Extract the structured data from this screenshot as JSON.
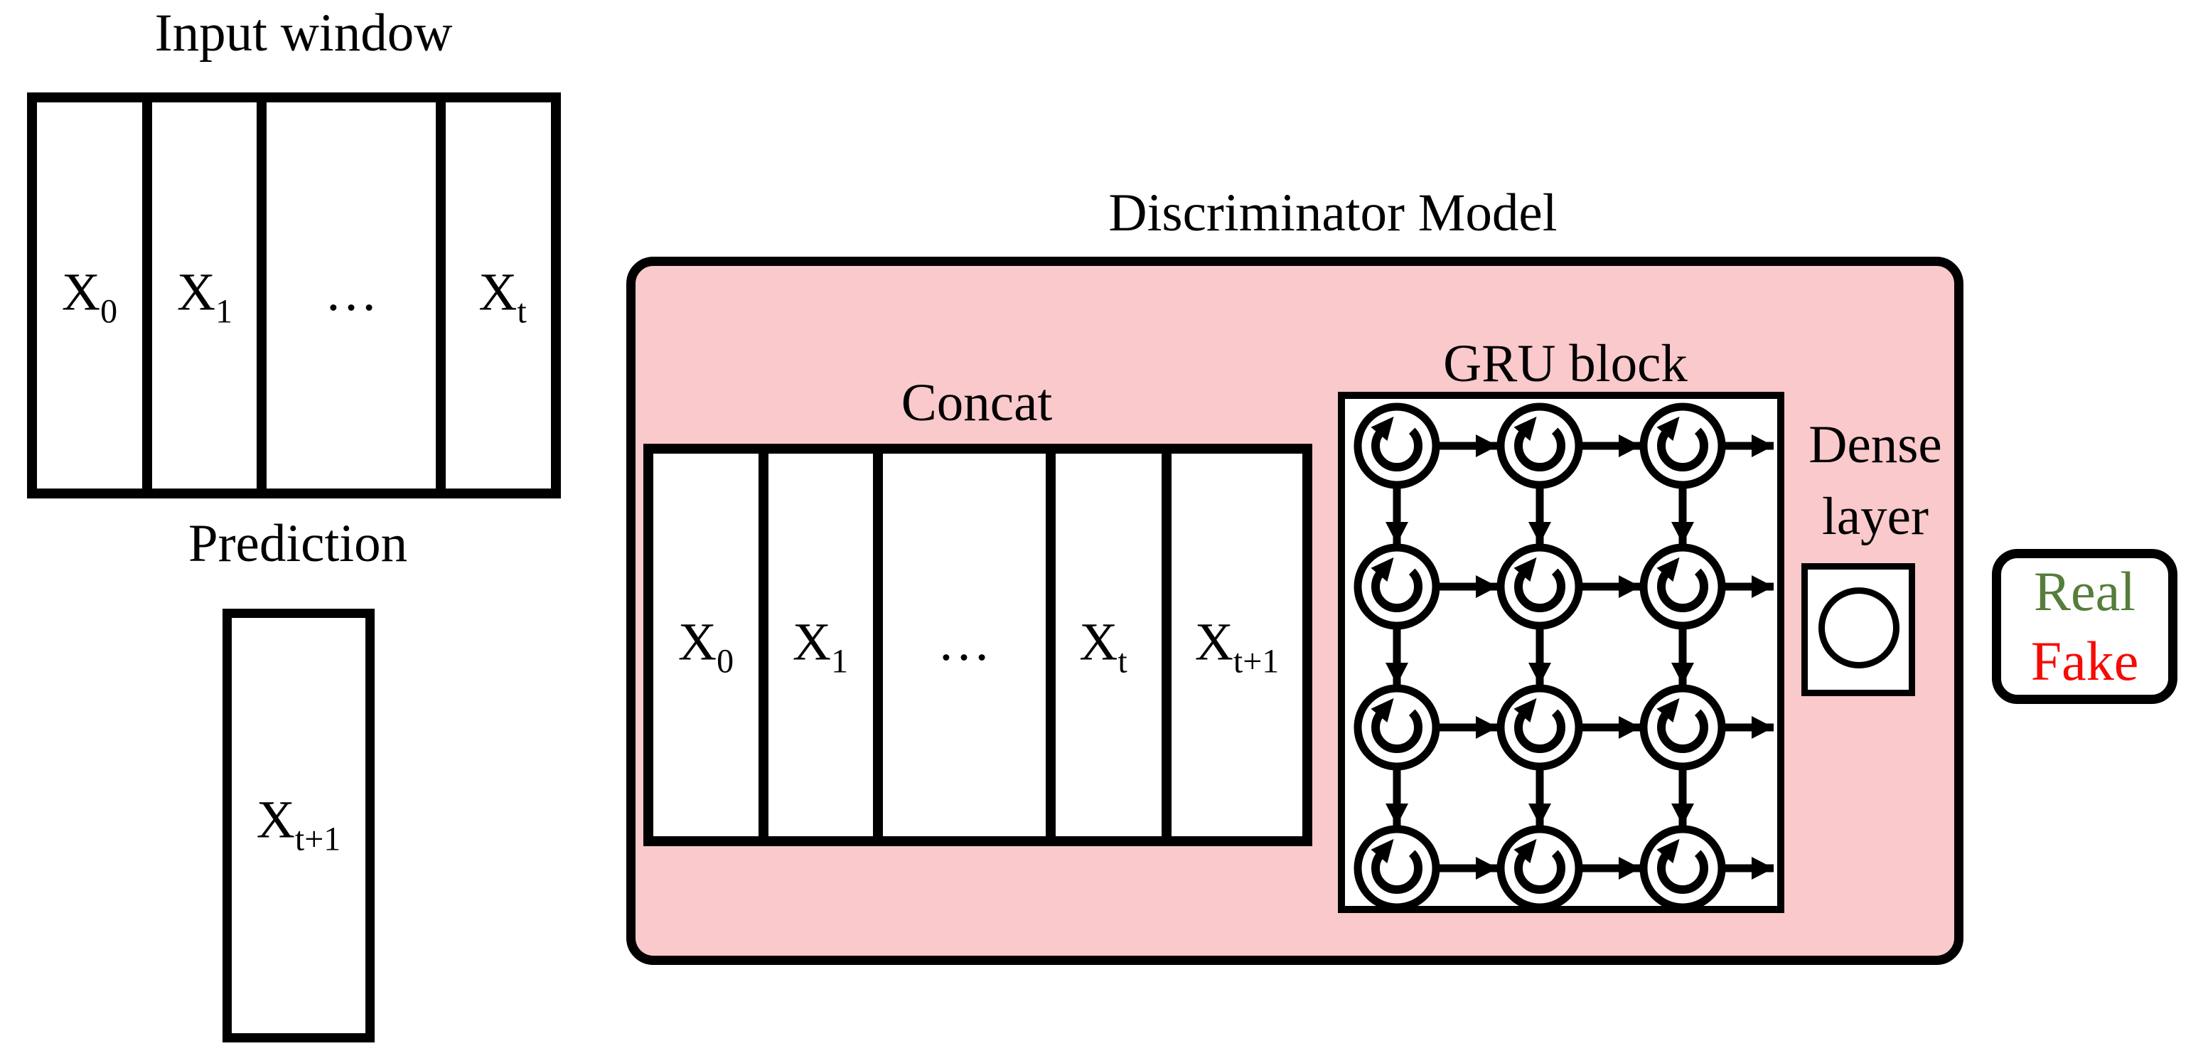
{
  "diagram": {
    "input_window": {
      "title": "Input window",
      "cells": [
        {
          "base": "X",
          "sub": "0"
        },
        {
          "base": "X",
          "sub": "1"
        },
        {
          "base": "…",
          "sub": ""
        },
        {
          "base": "X",
          "sub": "t"
        }
      ]
    },
    "prediction": {
      "title": "Prediction",
      "cell": {
        "base": "X",
        "sub": "t+1"
      }
    },
    "discriminator": {
      "title": "Discriminator Model",
      "concat": {
        "title": "Concat",
        "cells": [
          {
            "base": "X",
            "sub": "0"
          },
          {
            "base": "X",
            "sub": "1"
          },
          {
            "base": "…",
            "sub": ""
          },
          {
            "base": "X",
            "sub": "t"
          },
          {
            "base": "X",
            "sub": "t+1"
          }
        ]
      },
      "gru": {
        "title": "GRU block",
        "rows": 4,
        "cols": 3,
        "icon": "recurrent-loop-icon"
      },
      "dense": {
        "title_line1": "Dense",
        "title_line2": "layer",
        "icon": "neuron-circle-icon"
      }
    },
    "output": {
      "real": "Real",
      "fake": "Fake"
    },
    "colors": {
      "panel_pink": "#FAC9CB",
      "real_green": "#567D3B",
      "fake_red": "#F50B06",
      "ink": "#000000"
    }
  }
}
